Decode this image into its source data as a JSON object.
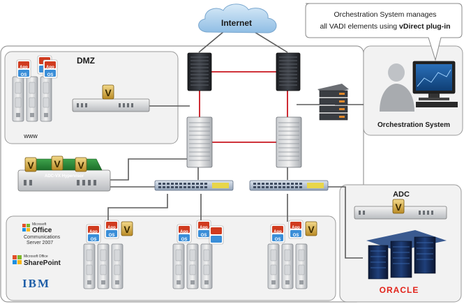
{
  "labels": {
    "internet": "Internet",
    "dmz": "DMZ",
    "www": "www",
    "orchestration_system": "Orchestration System",
    "adc": "ADC",
    "adc_vx_hypervisor": "ADC-VX Hypervisor",
    "app": "App",
    "os": "OS",
    "v_mark": "V"
  },
  "callout": {
    "line1": "Orchestration System manages",
    "line2_prefix": "all VADI elements using ",
    "line2_bold": "vDirect plug-in"
  },
  "logos": {
    "ms_small": "Microsoft",
    "office": "Office",
    "communications": "Communications",
    "server_2007": "Server 2007",
    "ms_office_small": "Microsoft Office",
    "sharepoint": "SharePoint",
    "ibm": "IBM",
    "oracle": "ORACLE"
  },
  "colors": {
    "connection_red": "#c8141e",
    "connection_gray": "#555555",
    "cloud_blue": "#a9cdea",
    "server_dark": "#2e3136",
    "radware_gold": "#c99a32",
    "app_red": "#d03b1f",
    "os_blue": "#3a8ed8",
    "oracle_red": "#e2231a"
  }
}
